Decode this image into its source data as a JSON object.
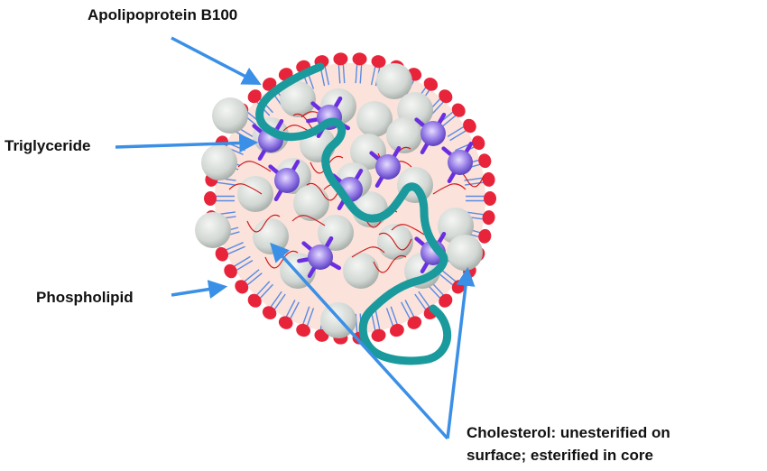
{
  "labels": {
    "apolipoprotein": "Apolipoprotein B100",
    "triglyceride": "Triglyceride",
    "phospholipid": "Phospholipid",
    "cholesterol_line1": "Cholesterol: unesterified on",
    "cholesterol_line2": "surface; esterified in core"
  },
  "colors": {
    "arrow": "#3a8fe6",
    "phospholipid_head": "#e8243a",
    "phospholipid_tail": "#5b8be0",
    "core_fill": "#fbe3dc",
    "cholesterol": "#d7dcd8",
    "triglyceride_center": "#6a4bd0",
    "triglyceride_tail": "#6a2ee0",
    "fatty_chain": "#d11a1a",
    "apolipoprotein": "#1a9a9c"
  }
}
